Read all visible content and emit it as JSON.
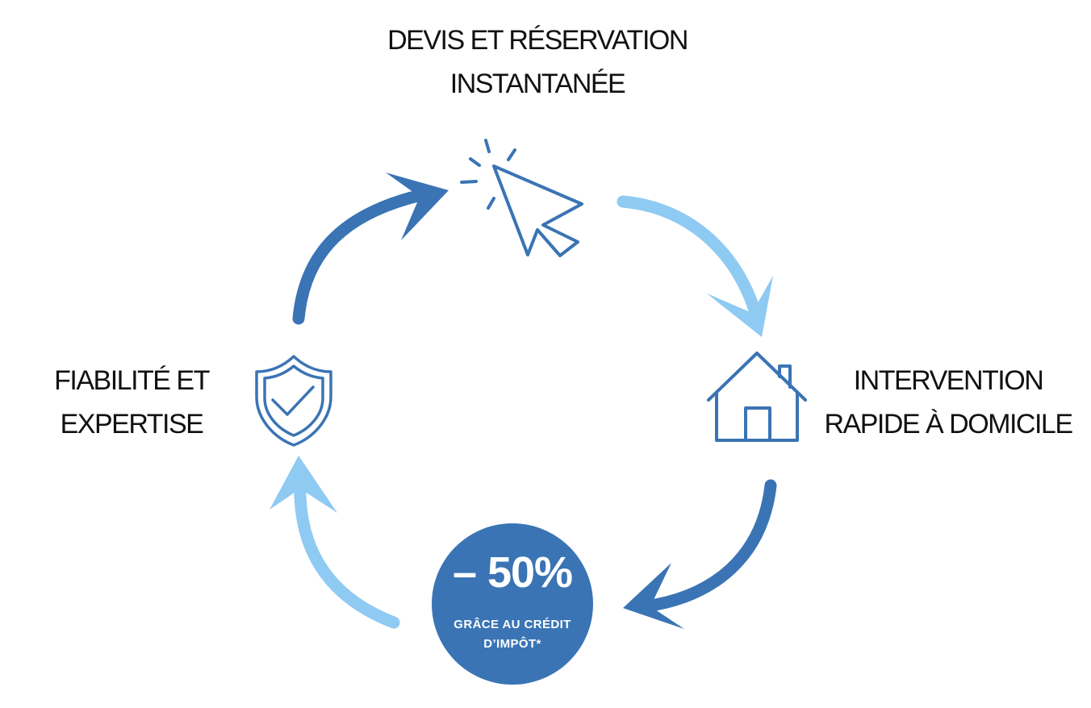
{
  "steps": {
    "quote": {
      "line1": "DEVIS ET RÉSERVATION",
      "line2": "INSTANTANÉE",
      "icon": "cursor-click-icon"
    },
    "intervention": {
      "line1": "INTERVENTION",
      "line2": "RAPIDE À DOMICILE",
      "icon": "house-icon"
    },
    "reliability": {
      "line1": "FIABILITÉ ET",
      "line2": "EXPERTISE",
      "icon": "shield-check-icon"
    }
  },
  "badge": {
    "value": "– 50%",
    "caption_line1": "GRÂCE AU CRÉDIT",
    "caption_line2": "D’IMPÔT*"
  },
  "colors": {
    "dark_blue": "#3a74b4",
    "light_blue": "#8fcaf3",
    "text": "#111111"
  }
}
